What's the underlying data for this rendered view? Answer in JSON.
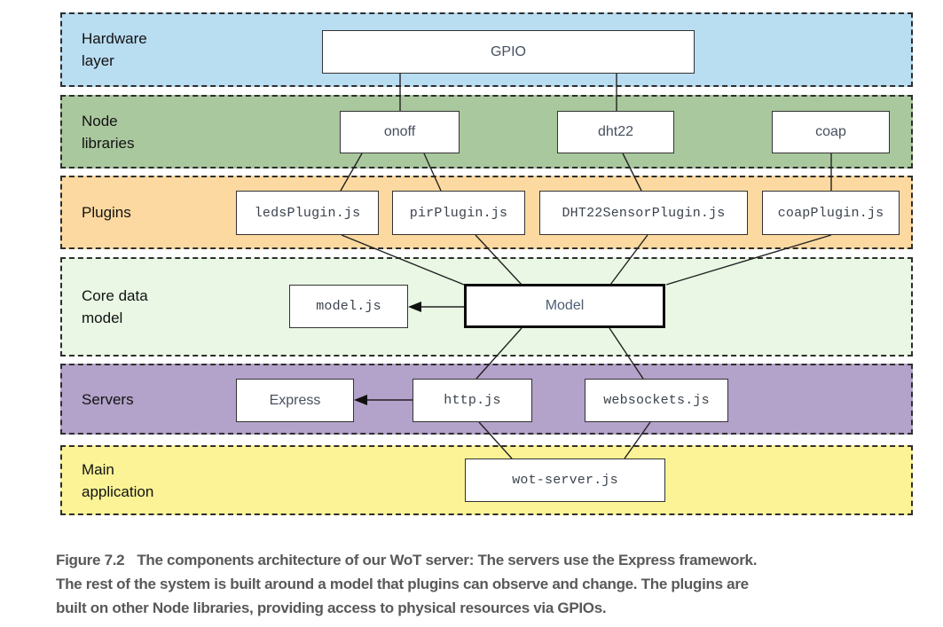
{
  "diagram": {
    "layers": [
      {
        "name": "Hardware layer",
        "label_lines": [
          "Hardware",
          "layer"
        ],
        "color": "#b9ddf1"
      },
      {
        "name": "Node libraries",
        "label_lines": [
          "Node",
          "libraries"
        ],
        "color": "#aac89e"
      },
      {
        "name": "Plugins",
        "label_lines": [
          "Plugins"
        ],
        "color": "#fcd9a0"
      },
      {
        "name": "Core data model",
        "label_lines": [
          "Core data",
          "model"
        ],
        "color": "#e9f7e4"
      },
      {
        "name": "Servers",
        "label_lines": [
          "Servers"
        ],
        "color": "#b3a2ca"
      },
      {
        "name": "Main application",
        "label_lines": [
          "Main",
          "application"
        ],
        "color": "#fbf396"
      }
    ],
    "nodes": {
      "gpio": {
        "label": "GPIO",
        "layer": "Hardware layer"
      },
      "onoff": {
        "label": "onoff",
        "layer": "Node libraries"
      },
      "dht22": {
        "label": "dht22",
        "layer": "Node libraries"
      },
      "coap": {
        "label": "coap",
        "layer": "Node libraries"
      },
      "ledsplugin": {
        "label": "ledsPlugin.js",
        "layer": "Plugins"
      },
      "pirplugin": {
        "label": "pirPlugin.js",
        "layer": "Plugins"
      },
      "dht22plugin": {
        "label": "DHT22SensorPlugin.js",
        "layer": "Plugins"
      },
      "coapplugin": {
        "label": "coapPlugin.js",
        "layer": "Plugins"
      },
      "modeljs": {
        "label": "model.js",
        "layer": "Core data model"
      },
      "model": {
        "label": "Model",
        "layer": "Core data model"
      },
      "express": {
        "label": "Express",
        "layer": "Servers"
      },
      "httpjs": {
        "label": "http.js",
        "layer": "Servers"
      },
      "websocketsjs": {
        "label": "websockets.js",
        "layer": "Servers"
      },
      "wotserverjs": {
        "label": "wot-server.js",
        "layer": "Main application"
      }
    },
    "edges": [
      {
        "from": "GPIO",
        "to": "onoff",
        "arrow": false
      },
      {
        "from": "GPIO",
        "to": "dht22",
        "arrow": false
      },
      {
        "from": "onoff",
        "to": "ledsPlugin.js",
        "arrow": false
      },
      {
        "from": "onoff",
        "to": "pirPlugin.js",
        "arrow": false
      },
      {
        "from": "dht22",
        "to": "DHT22SensorPlugin.js",
        "arrow": false
      },
      {
        "from": "coap",
        "to": "coapPlugin.js",
        "arrow": false
      },
      {
        "from": "ledsPlugin.js",
        "to": "Model",
        "arrow": false
      },
      {
        "from": "pirPlugin.js",
        "to": "Model",
        "arrow": false
      },
      {
        "from": "DHT22SensorPlugin.js",
        "to": "Model",
        "arrow": false
      },
      {
        "from": "coapPlugin.js",
        "to": "Model",
        "arrow": false
      },
      {
        "from": "Model",
        "to": "model.js",
        "arrow": true
      },
      {
        "from": "Model",
        "to": "http.js",
        "arrow": false
      },
      {
        "from": "Model",
        "to": "websockets.js",
        "arrow": false
      },
      {
        "from": "http.js",
        "to": "Express",
        "arrow": true
      },
      {
        "from": "http.js",
        "to": "wot-server.js",
        "arrow": false
      },
      {
        "from": "websockets.js",
        "to": "wot-server.js",
        "arrow": false
      }
    ]
  },
  "caption": {
    "figure_label": "Figure 7.2",
    "line1": "The components architecture of our WoT server: The servers use the Express framework.",
    "line2": "The rest of the system is built around a model that plugins can observe and change. The plugins are",
    "line3": "built on other Node libraries, providing access to physical resources via GPIOs."
  }
}
